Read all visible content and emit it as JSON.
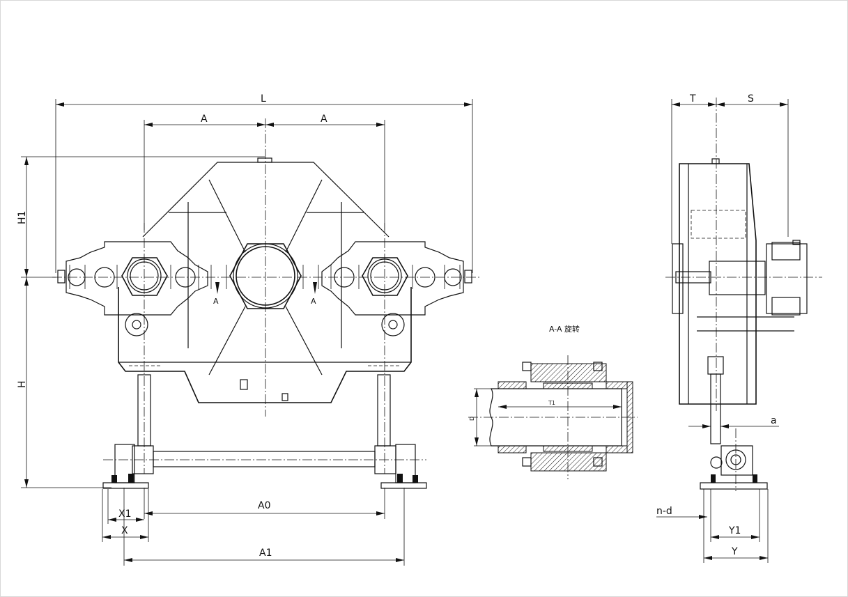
{
  "dimensions": {
    "L": "L",
    "A_left": "A",
    "A_right": "A",
    "H1": "H1",
    "H": "H",
    "A0": "A0",
    "A1": "A1",
    "X1": "X1",
    "X": "X",
    "T": "T",
    "S": "S",
    "a": "a",
    "n_d": "n-d",
    "Y1": "Y1",
    "Y": "Y",
    "D": "D",
    "T1": "T1"
  },
  "section_marks": {
    "left": "A",
    "right": "A"
  },
  "section_title": "A-A 旋转"
}
